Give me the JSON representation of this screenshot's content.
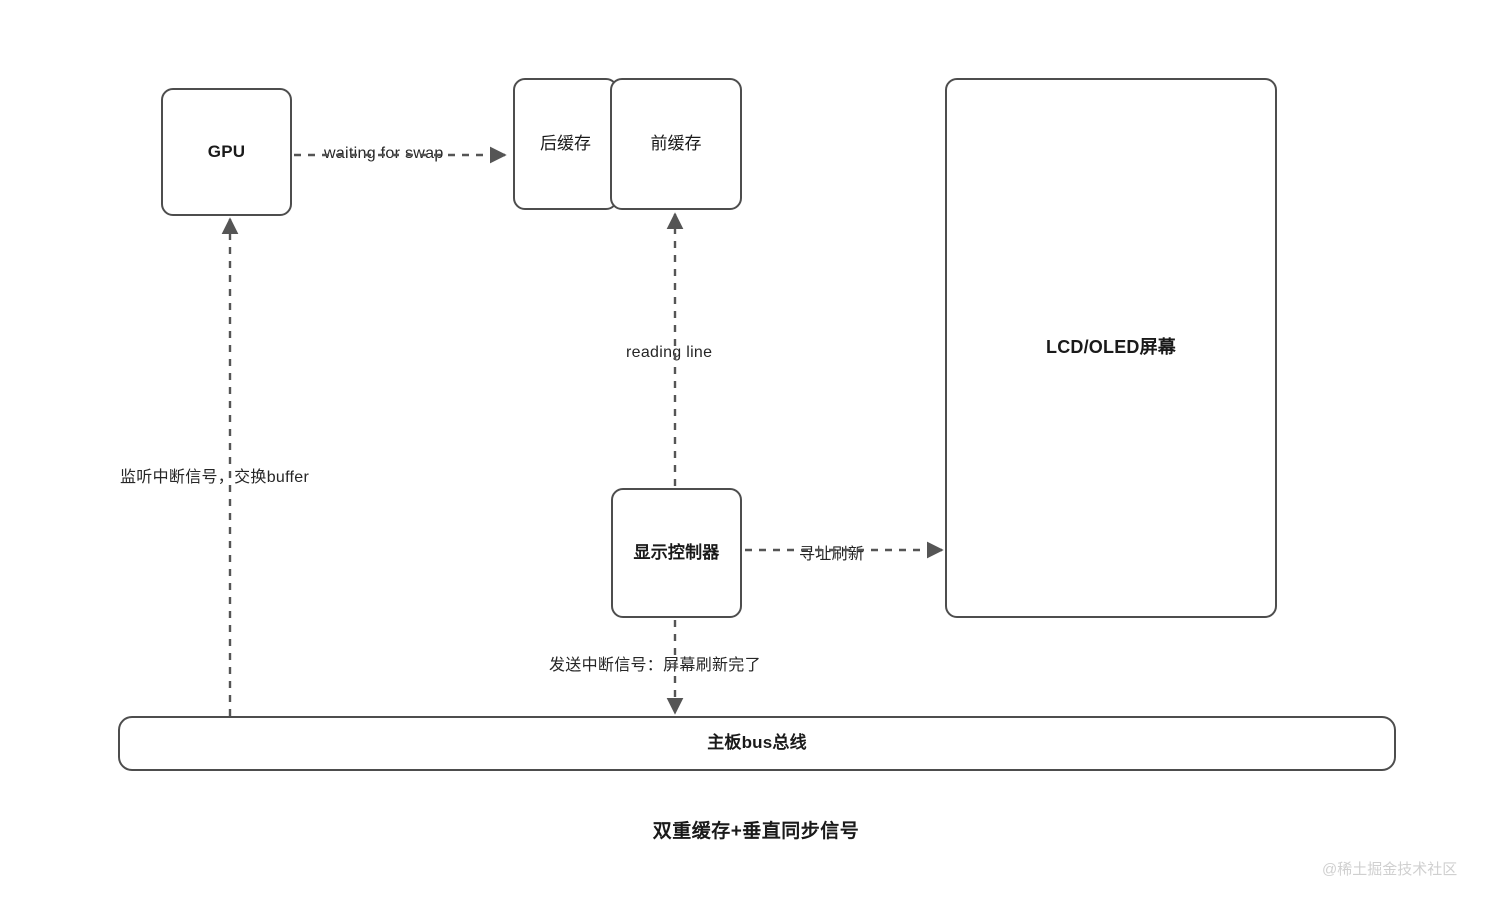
{
  "diagram": {
    "title": "双重缓存+垂直同步信号",
    "watermark": "@稀土掘金技术社区",
    "stroke_color": "#4d4d4d",
    "text_color": "#1a1a1a",
    "background_color": "#ffffff",
    "nodes": {
      "gpu": {
        "label": "GPU"
      },
      "back_buffer": {
        "label": "后缓存"
      },
      "front_buffer": {
        "label": "前缓存"
      },
      "screen": {
        "label": "LCD/OLED屏幕"
      },
      "controller": {
        "label": "显示控制器"
      },
      "bus": {
        "label": "主板bus总线"
      }
    },
    "edges": {
      "waiting_for_swap": {
        "label": "waiting for swap"
      },
      "reading_line": {
        "label": "reading line"
      },
      "address_refresh": {
        "label": "寻址刷新"
      },
      "listen_interrupt": {
        "label": "监听中断信号，交换buffer"
      },
      "send_interrupt": {
        "label": "发送中断信号：屏幕刷新完了"
      }
    }
  }
}
